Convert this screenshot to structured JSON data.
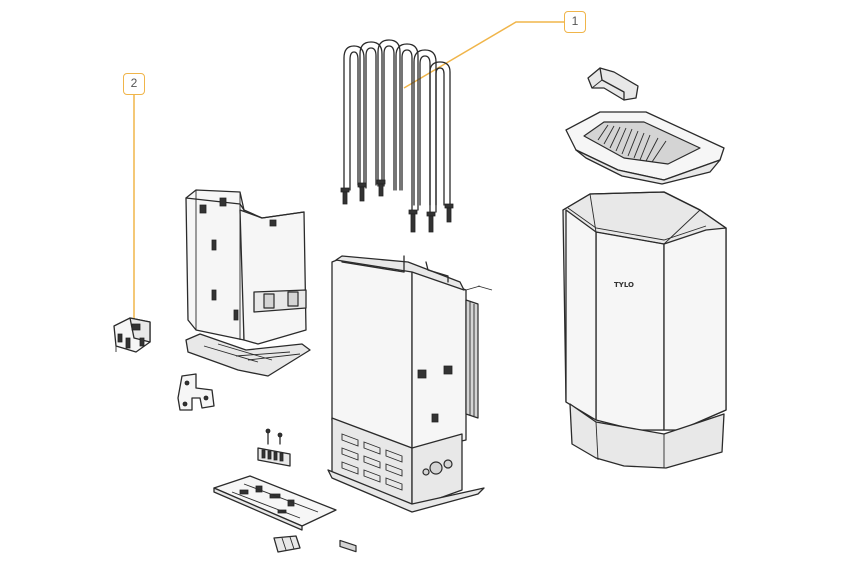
{
  "callouts": [
    {
      "id": "1",
      "label": "1"
    },
    {
      "id": "2",
      "label": "2"
    }
  ],
  "brand_mark": "TYLO",
  "colors": {
    "callout": "#f0b54a",
    "outline": "#2b2b2b",
    "fill_light": "#f4f4f4",
    "fill_mid": "#e6e6e6",
    "fill_dark": "#cfcfcf"
  }
}
